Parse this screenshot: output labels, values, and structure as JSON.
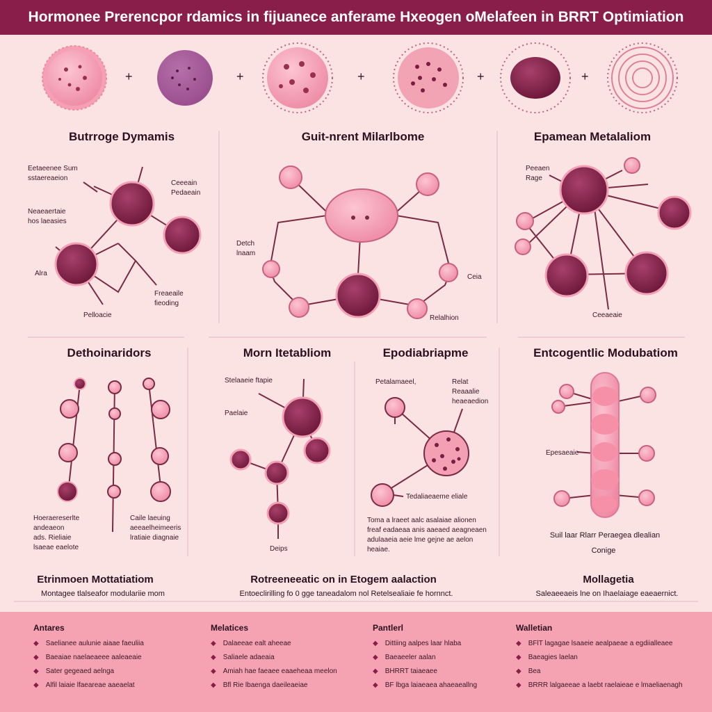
{
  "title": "Hormonee Prerencpor rdamics in fijuanece anferame Hxeogen oMelafeen in BRRT Optimiation",
  "top_row": {
    "separator": "+"
  },
  "panels": {
    "p1": {
      "title": "Butrroge Dymamis",
      "labels": [
        "Eetaeenee Sum\nsstaereaeion",
        "Ceeeain\nPedaeain",
        "Neaeaertaie\nhos laeasies",
        "Alra",
        "Freaeaile\nfieoding",
        "Pelloacie"
      ]
    },
    "p2": {
      "title": "Guit-nrent Milarlbome",
      "labels": [
        "Detch\nlnaam",
        "Ceia",
        "Relalhion"
      ]
    },
    "p3": {
      "title": "Epamean Metalaliom",
      "labels": [
        "Peeaen\nRage",
        "Ceeaeaie"
      ]
    },
    "p4": {
      "title": "Dethoinaridors",
      "labels": [
        "Hoeraereserlte\nandeaeon\nads. Rieliaie\nlsaeae eaelote",
        "Caile laeuing\naeeaelheimeeris\nlratiaie diagnaie"
      ],
      "note": "Etrinmoen Mottatiatiom",
      "note_sub": "Montagee tlalseafor modulariie mom"
    },
    "p5": {
      "title": "Morn Itetabliom",
      "labels": [
        "Stelaaeie ftapie",
        "Paelaie",
        "Deips"
      ],
      "note": "Rotreeneeatic on in Etogem aalaction",
      "note_sub": "Entoeclirilling fo 0 gge taneadalom nol Retelsealiaie fe hornnct."
    },
    "p6": {
      "title": "Epodiabriapme",
      "labels": [
        "Petalamaeel,",
        "Relat\nReaaalie\nheaeaedion",
        "Tedaliaeaeme eliale"
      ],
      "text": "Toma a lraeet aalc asalaiae alionen\nfreaf eadaeaa anis aaeaed aeagneaen\nadulaaeia aeie lme gejne ae aelon\nheaiae."
    },
    "p7": {
      "title": "Entcogentlic Modubatiom",
      "labels": [
        "Epesaeaie"
      ],
      "note": "Suil laar Rlarr Peraegea dlealian",
      "note2": "Conige",
      "note3": "Mollagetia",
      "note3_sub": "Saleaeeaeis lne on Ihaelaiage eaeaernict."
    }
  },
  "footer": [
    {
      "title": "Antares",
      "items": [
        "Saelianee aulunie aiaae faeuliia",
        "Baeaiae naelaeaeee aaleaeaie",
        "Sater gegeaed aelnga",
        "Alfil laiaie lfaeareae aaeaelat"
      ]
    },
    {
      "title": "Melatices",
      "items": [
        "Dalaeeae ealt aheeae",
        "Saliaele adaeaia",
        "Amiah hae faeaee eaaeheaa meelon",
        "Bfl Rie lbaenga daeileaeiae"
      ]
    },
    {
      "title": "Pantlerl",
      "items": [
        "Dittiing aalpes laar hlaba",
        "Baeaeeler aalan",
        "BHRRT taiaeaee",
        "BF lbga laiaeaea ahaeaeallng"
      ]
    },
    {
      "title": "Walletian",
      "items": [
        "BFlT lagagae lsaaeie aealpaeae a egdiialleaee",
        "Baeagies laelan",
        "Bea",
        "BRRR lalgaeeae a laebt raelaieae e lmaeliaenagh"
      ]
    }
  ],
  "colors": {
    "header": "#8a1e4a",
    "background": "#fbe3e3",
    "footer": "#f5a3b2",
    "dark_cell": "#7a1d44",
    "light_cell": "#f4a0b4",
    "line": "#7a2a44"
  }
}
